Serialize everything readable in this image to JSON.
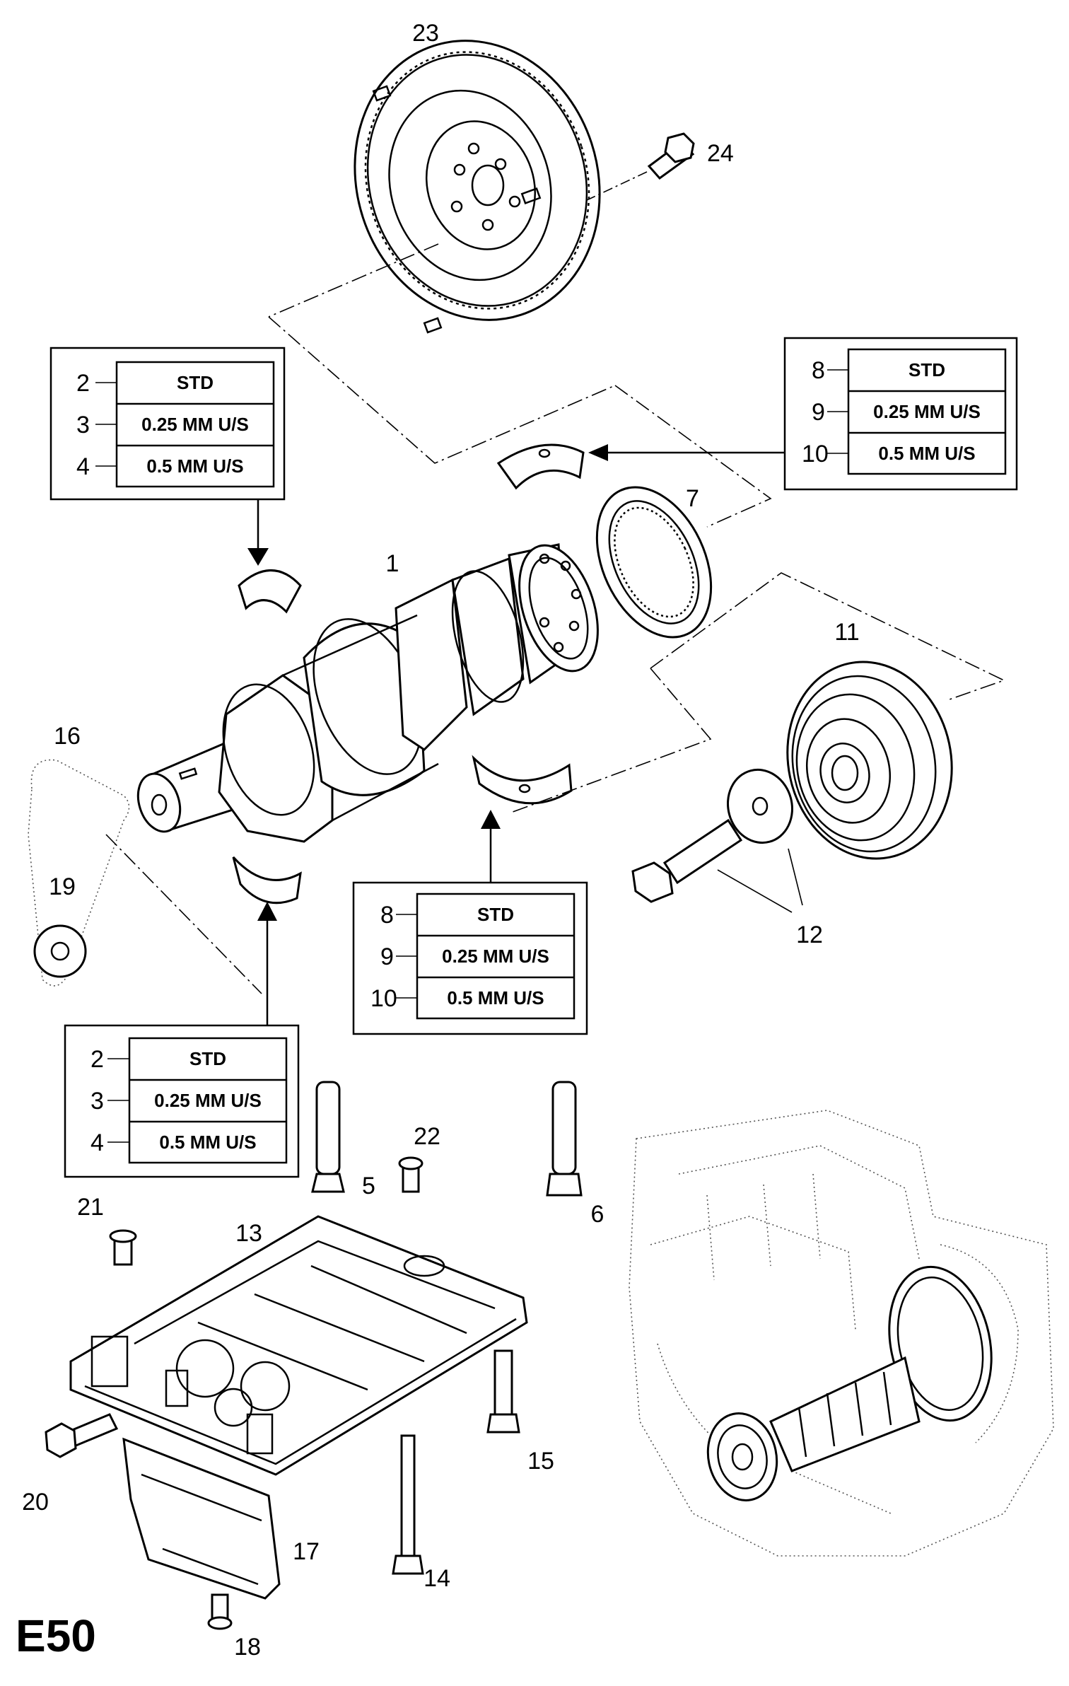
{
  "page_id": "E50",
  "callouts": {
    "c1": "1",
    "c5": "5",
    "c6": "6",
    "c7": "7",
    "c11": "11",
    "c12": "12",
    "c13": "13",
    "c14": "14",
    "c15": "15",
    "c16": "16",
    "c17": "17",
    "c18": "18",
    "c19": "19",
    "c20": "20",
    "c21": "21",
    "c22": "22",
    "c23": "23",
    "c24": "24"
  },
  "tables": [
    {
      "rows": [
        {
          "ref": "2",
          "label": "STD"
        },
        {
          "ref": "3",
          "label": "0.25  MM U/S"
        },
        {
          "ref": "4",
          "label": "0.5  MM U/S"
        }
      ]
    },
    {
      "rows": [
        {
          "ref": "8",
          "label": "STD"
        },
        {
          "ref": "9",
          "label": "0.25  MM U/S"
        },
        {
          "ref": "10",
          "label": "0.5  MM U/S"
        }
      ]
    },
    {
      "rows": [
        {
          "ref": "8",
          "label": "STD"
        },
        {
          "ref": "9",
          "label": "0.25  MM U/S"
        },
        {
          "ref": "10",
          "label": "0.5  MM U/S"
        }
      ]
    },
    {
      "rows": [
        {
          "ref": "2",
          "label": "STD"
        },
        {
          "ref": "3",
          "label": "0.25  MM U/S"
        },
        {
          "ref": "4",
          "label": "0.5  MM U/S"
        }
      ]
    }
  ]
}
